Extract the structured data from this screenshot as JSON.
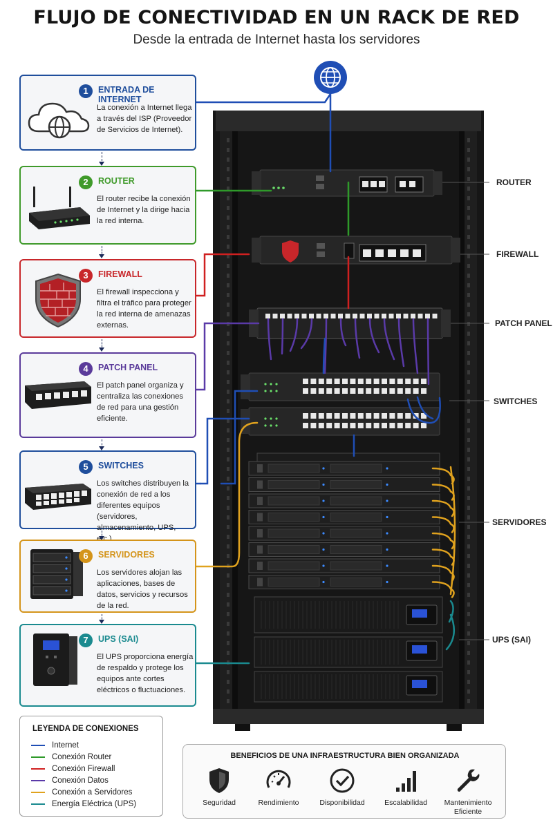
{
  "title": "FLUJO DE CONECTIVIDAD EN UN RACK DE RED",
  "subtitle": "Desde la entrada de Internet hasta los servidores",
  "steps": [
    {
      "num": "1",
      "title": "ENTRADA DE INTERNET",
      "desc": "La conexión a Internet llega a través del ISP (Proveedor de Servicios de Internet).",
      "color": "#1f4e9c",
      "icon": "cloud-globe-icon"
    },
    {
      "num": "2",
      "title": "ROUTER",
      "desc": "El router recibe la conexión de Internet y la dirige hacia la red interna.",
      "color": "#3f9a2a",
      "icon": "router-icon"
    },
    {
      "num": "3",
      "title": "FIREWALL",
      "desc": "El firewall inspecciona y filtra el tráfico para proteger la red interna de amenazas externas.",
      "color": "#c8262a",
      "icon": "shield-brick-icon"
    },
    {
      "num": "4",
      "title": "PATCH PANEL",
      "desc": "El patch panel organiza y centraliza las conexiones de red para una gestión eficiente.",
      "color": "#5a3a9a",
      "icon": "patch-panel-icon"
    },
    {
      "num": "5",
      "title": "SWITCHES",
      "desc": "Los switches distribuyen la conexión de red a los diferentes equipos (servidores, almacenamiento, UPS, etc.).",
      "color": "#1f4e9c",
      "icon": "switch-icon"
    },
    {
      "num": "6",
      "title": "SERVIDORES",
      "desc": "Los servidores alojan las aplicaciones, bases de datos, servicios y recursos de la red.",
      "color": "#d4941a",
      "icon": "server-icon"
    },
    {
      "num": "7",
      "title": "UPS (SAI)",
      "desc": "El UPS proporciona energía de respaldo y protege los equipos ante cortes eléctricos o fluctuaciones.",
      "color": "#1a8a8f",
      "icon": "ups-icon"
    }
  ],
  "rack_labels": [
    "ROUTER",
    "FIREWALL",
    "PATCH PANEL",
    "SWITCHES",
    "SERVIDORES",
    "UPS (SAI)"
  ],
  "legend": {
    "title": "LEYENDA DE CONEXIONES",
    "items": [
      {
        "label": "Internet",
        "color": "#1f4eb5"
      },
      {
        "label": "Conexión Router",
        "color": "#2f9a2a"
      },
      {
        "label": "Conexión Firewall",
        "color": "#d02020"
      },
      {
        "label": "Conexión Datos",
        "color": "#5a3aa8"
      },
      {
        "label": "Conexión a Servidores",
        "color": "#e0a21e"
      },
      {
        "label": "Energía Eléctrica (UPS)",
        "color": "#1a8a8f"
      }
    ]
  },
  "benefits": {
    "title": "BENEFICIOS DE UNA INFRAESTRUCTURA BIEN ORGANIZADA",
    "items": [
      {
        "label": "Seguridad",
        "icon": "shield-icon"
      },
      {
        "label": "Rendimiento",
        "icon": "gauge-icon"
      },
      {
        "label": "Disponibilidad",
        "icon": "check-circle-icon"
      },
      {
        "label": "Escalabilidad",
        "icon": "bars-icon"
      },
      {
        "label": "Mantenimiento Eficiente",
        "icon": "wrench-icon"
      }
    ]
  }
}
